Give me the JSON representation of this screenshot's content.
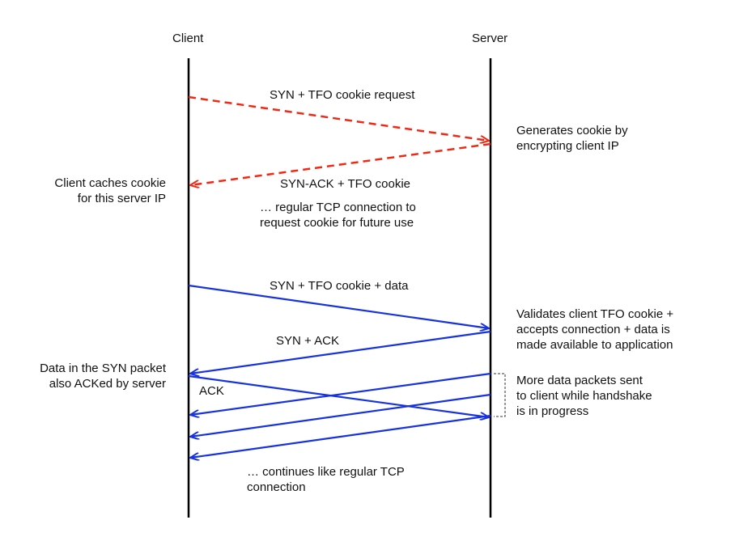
{
  "participants": {
    "client": "Client",
    "server": "Server"
  },
  "colors": {
    "lifeline": "#000000",
    "cookie_request_arrows": "#ee2a16",
    "data_arrows": "#1733e0",
    "bracket": "#333333"
  },
  "messages": [
    {
      "id": "syn-tfo-cookie-request",
      "label": "SYN + TFO cookie request",
      "from": "client",
      "to": "server",
      "style": "dashed"
    },
    {
      "id": "syn-ack-tfo-cookie",
      "label": "SYN-ACK + TFO cookie",
      "from": "server",
      "to": "client",
      "style": "dashed"
    },
    {
      "id": "syn-tfo-cookie-data",
      "label": "SYN + TFO cookie + data",
      "from": "client",
      "to": "server",
      "style": "solid"
    },
    {
      "id": "syn-ack",
      "label": "SYN + ACK",
      "from": "server",
      "to": "client",
      "style": "solid"
    },
    {
      "id": "ack",
      "label": "ACK",
      "from": "client",
      "to": "server",
      "style": "solid"
    },
    {
      "id": "data-packet-1",
      "label": "",
      "from": "server",
      "to": "client",
      "style": "solid"
    },
    {
      "id": "data-packet-2",
      "label": "",
      "from": "server",
      "to": "client",
      "style": "solid"
    },
    {
      "id": "data-packet-3",
      "label": "",
      "from": "server",
      "to": "client",
      "style": "solid"
    }
  ],
  "notes": {
    "server_generates": [
      "Generates cookie by",
      "encrypting client IP"
    ],
    "client_caches": [
      "Client caches cookie",
      "for this server IP"
    ],
    "regular_tcp": [
      "… regular TCP connection to",
      "request cookie for future use"
    ],
    "server_validates": [
      "Validates client TFO cookie +",
      "accepts connection + data is",
      "made available to application"
    ],
    "client_data_acked": [
      "Data in the SYN packet",
      "also ACKed by server"
    ],
    "more_data": [
      "More data packets sent",
      "to client while handshake",
      "is in progress"
    ],
    "continues": [
      "… continues like regular TCP",
      "connection"
    ]
  }
}
